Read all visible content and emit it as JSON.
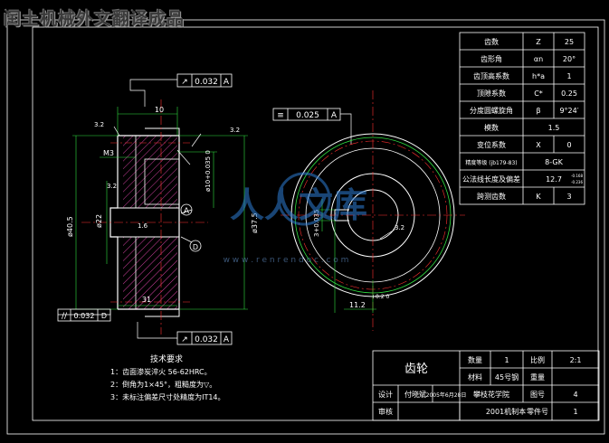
{
  "watermark_title": "闰土机械外文翻译成品",
  "watermark_center": "人人文库",
  "watermark_url": "w w w . r e n r e n d o c . c o m",
  "params_table": [
    {
      "name": "齿数",
      "symbol": "Z",
      "value": "25"
    },
    {
      "name": "齿形角",
      "symbol": "αn",
      "value": "20°"
    },
    {
      "name": "齿顶高系数",
      "symbol": "h*a",
      "value": "1"
    },
    {
      "name": "顶隙系数",
      "symbol": "C*",
      "value": "0.25"
    },
    {
      "name": "分度圆螺旋角",
      "symbol": "β",
      "value": "9°24′"
    },
    {
      "name": "模数",
      "symbol": "",
      "value": "1.5"
    },
    {
      "name": "变位系数",
      "symbol": "X",
      "value": "0"
    },
    {
      "name": "精度等级 (jb179-83)",
      "symbol": "",
      "value": "8-GK"
    },
    {
      "name": "公法线长度及偏差",
      "symbol": "",
      "value": "12.7"
    },
    {
      "name": "跨测齿数",
      "symbol": "K",
      "value": "3"
    }
  ],
  "tolerance_super": "-0.168",
  "tolerance_sub": "-0.236",
  "dims": {
    "runout_top": "0.032",
    "datum_a": "A",
    "runout_bottom": "0.032",
    "symmetry": "0.025",
    "width_10": "10",
    "m3": "M3",
    "width_31": "31",
    "dia_40": "ø40.5",
    "dia_22": "ø22",
    "dia_37": "ø37.5",
    "dia_10": "ø10+0.035 0",
    "keyway": "3+0.035",
    "hub_112": "11.2",
    "hub_tol": "+0.2 0",
    "para_032": "0.032",
    "rough_32": "3.2",
    "rough_16": "1.6",
    "datum_circle": "A",
    "datum_circle2": "D"
  },
  "tech_req": {
    "title": "技术要求",
    "items": [
      "1：齿面渗炭淬火 56-62HRC。",
      "2：倒角为1×45°，粗糙度为▽。",
      "3：未标注偏差尺寸处精度为IT14。"
    ]
  },
  "title_block": {
    "part_name": "齿轮",
    "qty_label": "数量",
    "qty_value": "1",
    "scale_label": "比例",
    "scale_value": "2:1",
    "material_label": "材料",
    "material_value": "45号钢",
    "weight_label": "重量",
    "weight_value": "",
    "design_label": "设计",
    "designer": "付晓斌",
    "date": "2005年6月28日",
    "school": "攀枝花学院",
    "drawing_no_label": "图号",
    "drawing_no": "4",
    "review_label": "审核",
    "class": "2001机制本",
    "part_no_label": "零件号",
    "part_no": "1"
  }
}
